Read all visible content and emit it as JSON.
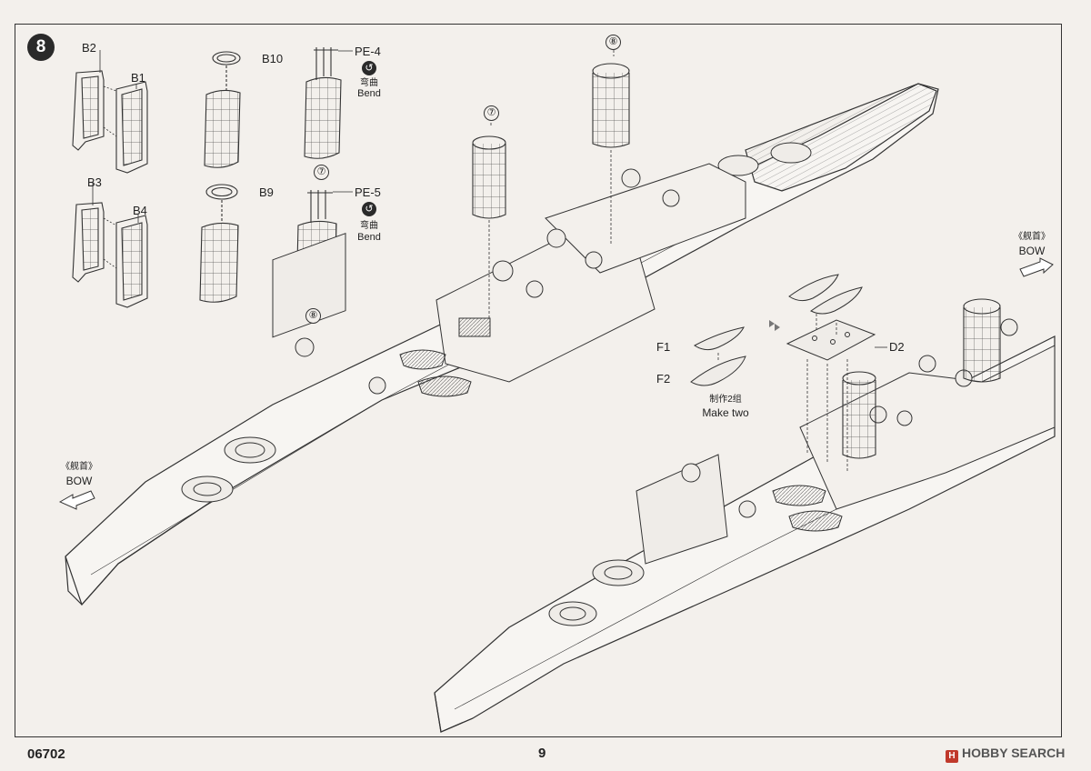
{
  "step": {
    "number": "8"
  },
  "parts": {
    "b2": "B2",
    "b1": "B1",
    "b3": "B3",
    "b4": "B4",
    "b10": "B10",
    "b9": "B9",
    "pe4": "PE-4",
    "pe5": "PE-5",
    "f1": "F1",
    "f2": "F2",
    "d2": "D2"
  },
  "bend": {
    "cn": "弯曲",
    "en": "Bend"
  },
  "ref_circles": {
    "seven": "⑦",
    "eight": "⑧"
  },
  "bow": {
    "cn": "《舰首》",
    "en": "BOW"
  },
  "make_two": {
    "cn": "制作2组",
    "en": "Make two"
  },
  "footer": {
    "code": "06702",
    "page": "9"
  },
  "watermark": {
    "logo": "H",
    "text": "HOBBY SEARCH"
  },
  "colors": {
    "line": "#333333",
    "background": "#f3f0ec",
    "watermark_red": "#c0392b"
  }
}
